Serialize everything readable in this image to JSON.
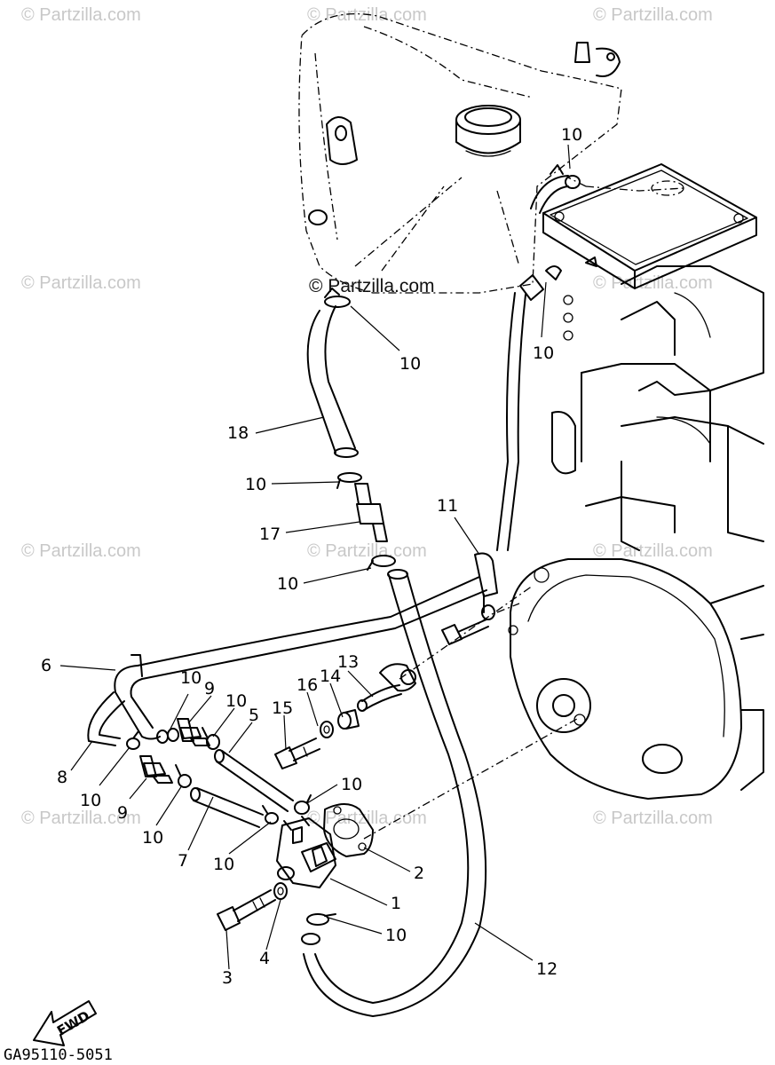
{
  "watermarks": {
    "faint": "© Partzilla.com",
    "center": "© Partzilla.com"
  },
  "diagram_code": "GA95110-5051",
  "fwd_label": "FWD",
  "callouts": {
    "c10_top_right": "10",
    "c10_upper_center": "10",
    "c10_right_side": "10",
    "c18": "18",
    "c10_below_18": "10",
    "c17": "17",
    "c10_below_17": "10",
    "c11": "11",
    "c6": "6",
    "c10_a": "10",
    "c9_a": "9",
    "c10_b": "10",
    "c5": "5",
    "c15": "15",
    "c16": "16",
    "c14": "14",
    "c13": "13",
    "c8": "8",
    "c10_c": "10",
    "c9_b": "9",
    "c10_d": "10",
    "c10_e": "10",
    "c7": "7",
    "c10_f": "10",
    "c2": "2",
    "c1": "1",
    "c10_g": "10",
    "c4": "4",
    "c3": "3",
    "c12": "12"
  }
}
